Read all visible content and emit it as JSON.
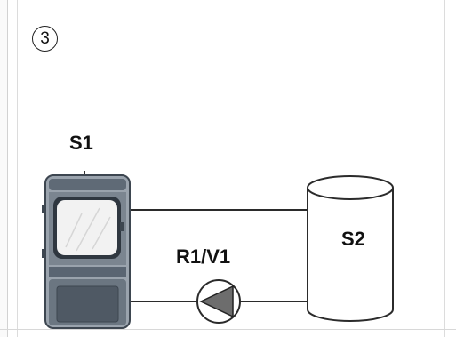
{
  "step": {
    "number": "3"
  },
  "components": {
    "boiler": {
      "label": "S1",
      "icon": "solid-fuel-boiler-icon"
    },
    "tank": {
      "label": "S2",
      "icon": "storage-tank-icon"
    },
    "pump": {
      "label": "R1/V1",
      "icon": "circulation-pump-icon"
    }
  },
  "colors": {
    "pipe": "#2b2b2b",
    "boiler_body": "#5a6572",
    "boiler_frame": "#9aa3ad",
    "glass": "#f2f2f2",
    "tank_fill": "#ffffff",
    "pump_triangle": "#6d6d6d"
  }
}
